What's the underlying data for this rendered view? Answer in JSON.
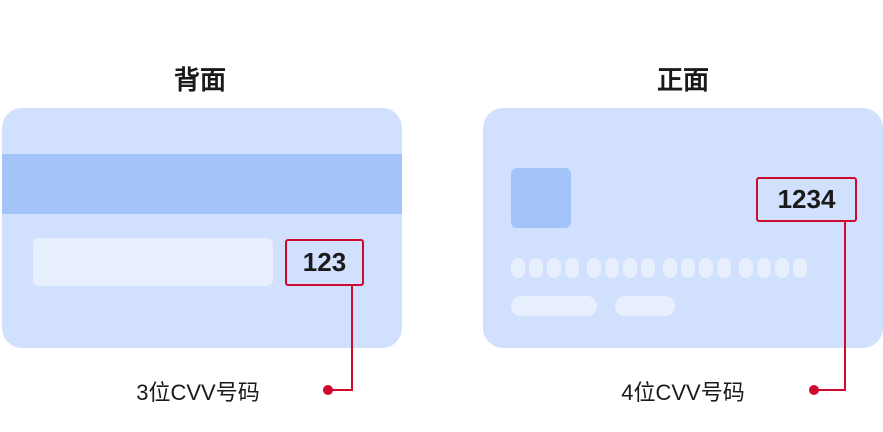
{
  "back": {
    "title": "背面",
    "cvv": "123",
    "label": "3位CVV号码"
  },
  "front": {
    "title": "正面",
    "cvv": "1234",
    "label": "4位CVV号码"
  },
  "colors": {
    "card": "#d1e0fc",
    "stripe": "#a3c4f9",
    "accent": "#cf0a2c"
  }
}
